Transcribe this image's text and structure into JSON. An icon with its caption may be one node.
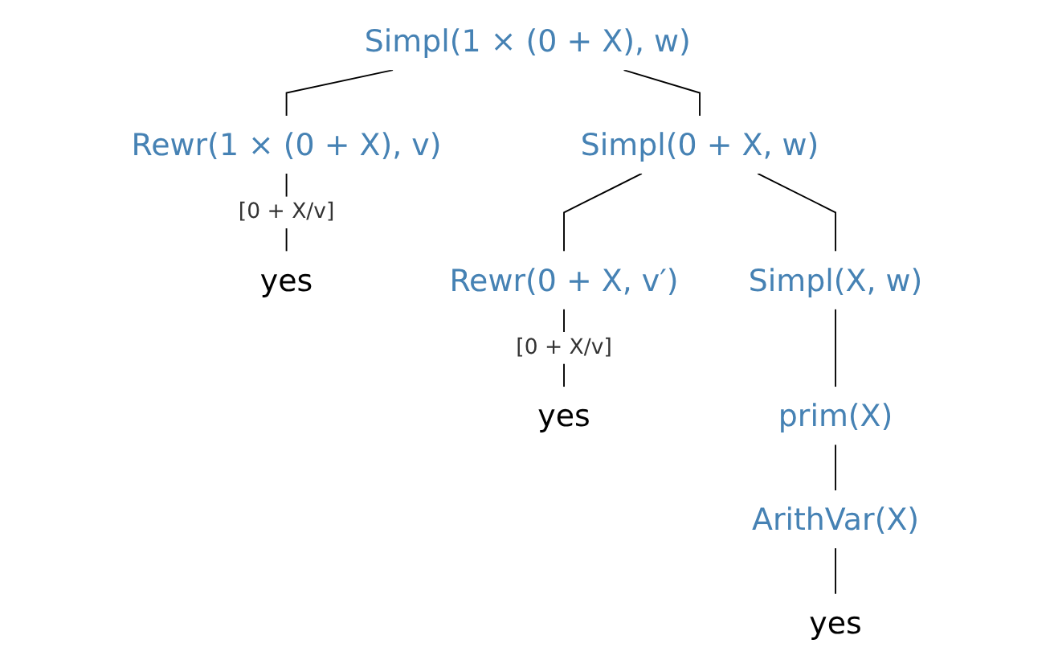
{
  "diagram": {
    "nodes": [
      {
        "text": [
          "Simpl(1 × (0 + X), w)"
        ]
      },
      {
        "text": [
          "Rewr(1 × (0 + X), v)"
        ]
      },
      {
        "text": [
          "yes"
        ]
      },
      {
        "text": [
          "Simpl(0 + X, w)"
        ]
      },
      {
        "text": [
          "Rewr(0 + X, v′)"
        ]
      },
      {
        "text": [
          "yes"
        ]
      },
      {
        "text": [
          "Simpl(X, w)"
        ]
      },
      {
        "text": [
          "prim(X)"
        ]
      },
      {
        "text": [
          "ArithVar(X)"
        ]
      },
      {
        "text": [
          "yes"
        ]
      }
    ],
    "edges": [
      {
        "from": 0,
        "to": 1,
        "arrow": "none"
      },
      {
        "from": 0,
        "to": 3,
        "arrow": "none"
      },
      {
        "from": 1,
        "to": 2,
        "arrow": "none",
        "label": "[0 + X/v]"
      },
      {
        "from": 3,
        "to": 4,
        "arrow": "none"
      },
      {
        "from": 3,
        "to": 6,
        "arrow": "none"
      },
      {
        "from": 4,
        "to": 5,
        "arrow": "none",
        "label": "[0 + X/v]"
      },
      {
        "from": 6,
        "to": 7,
        "arrow": "none"
      },
      {
        "from": 7,
        "to": 8,
        "arrow": "none"
      },
      {
        "from": 8,
        "to": 9,
        "arrow": "none"
      }
    ]
  }
}
